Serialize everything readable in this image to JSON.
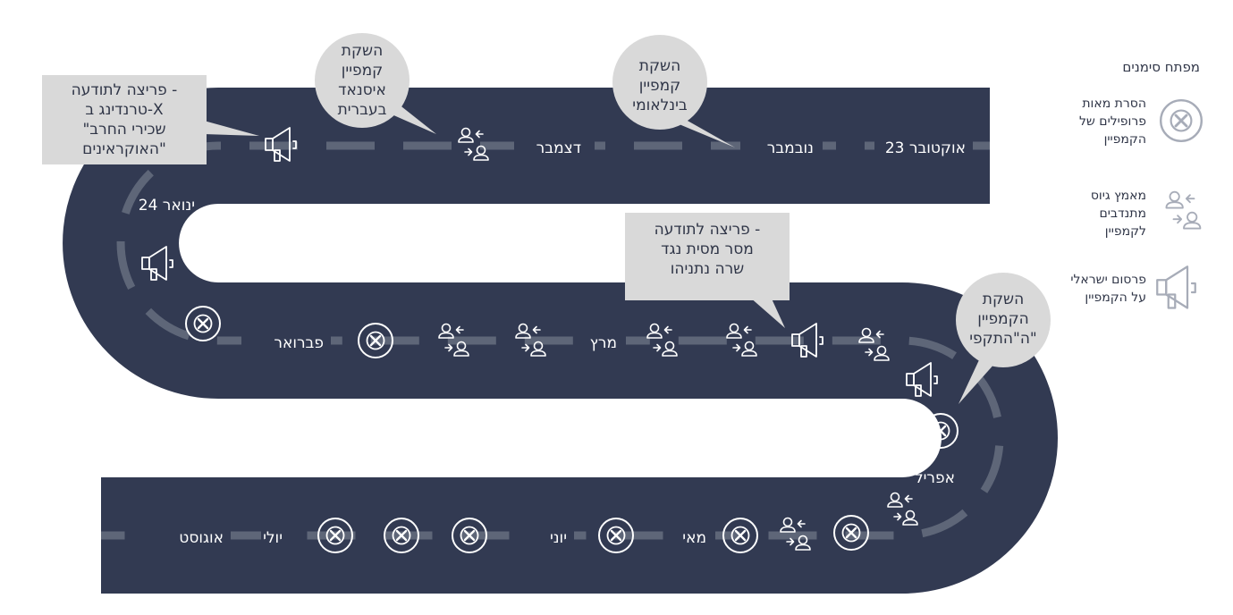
{
  "road": {
    "color": "#323a52",
    "dash_color": "#5e6678",
    "months": {
      "oct": "אוקטובר 23",
      "nov": "נובמבר",
      "dec": "דצמבר",
      "jan": "ינואר 24",
      "feb": "פברואר",
      "mar": "מרץ",
      "apr": "אפריל",
      "may": "מאי",
      "jun": "יוני",
      "jul": "יולי",
      "aug": "אוגוסט"
    }
  },
  "bubbles": {
    "international": [
      "השקת",
      "קמפיין",
      "בינלאומי"
    ],
    "hebrew": [
      "השקת",
      "קמפיין",
      "איסנאד",
      "בעברית"
    ],
    "offensive": [
      "השקת",
      "הקמפיין",
      "ה\"התקפי\""
    ]
  },
  "boxes": {
    "x_trending": [
      "פריצה לתודעה -",
      "טרנדינג ב-X",
      "\"שכירי החרב",
      "האוקראינים\""
    ],
    "netanyahu": [
      "פריצה לתודעה -",
      "מסר מסית נגד",
      "שרה נתניהו"
    ]
  },
  "legend": {
    "title": "מפתח סימנים",
    "removal": [
      "הסרת מאות",
      "פרופילים של",
      "הקמפיין"
    ],
    "recruit": [
      "מאמץ גיוס",
      "מתנדבים",
      "לקמפיין"
    ],
    "publish": [
      "פרסום ישראלי",
      "על הקמפיין"
    ]
  },
  "colors": {
    "road": "#323a52",
    "bubble": "#d9d9d9",
    "legend_icon": "#a7acb8",
    "text": "#2f3547"
  },
  "icons": [
    "megaphone-icon",
    "recruit-icon",
    "removal-icon"
  ]
}
